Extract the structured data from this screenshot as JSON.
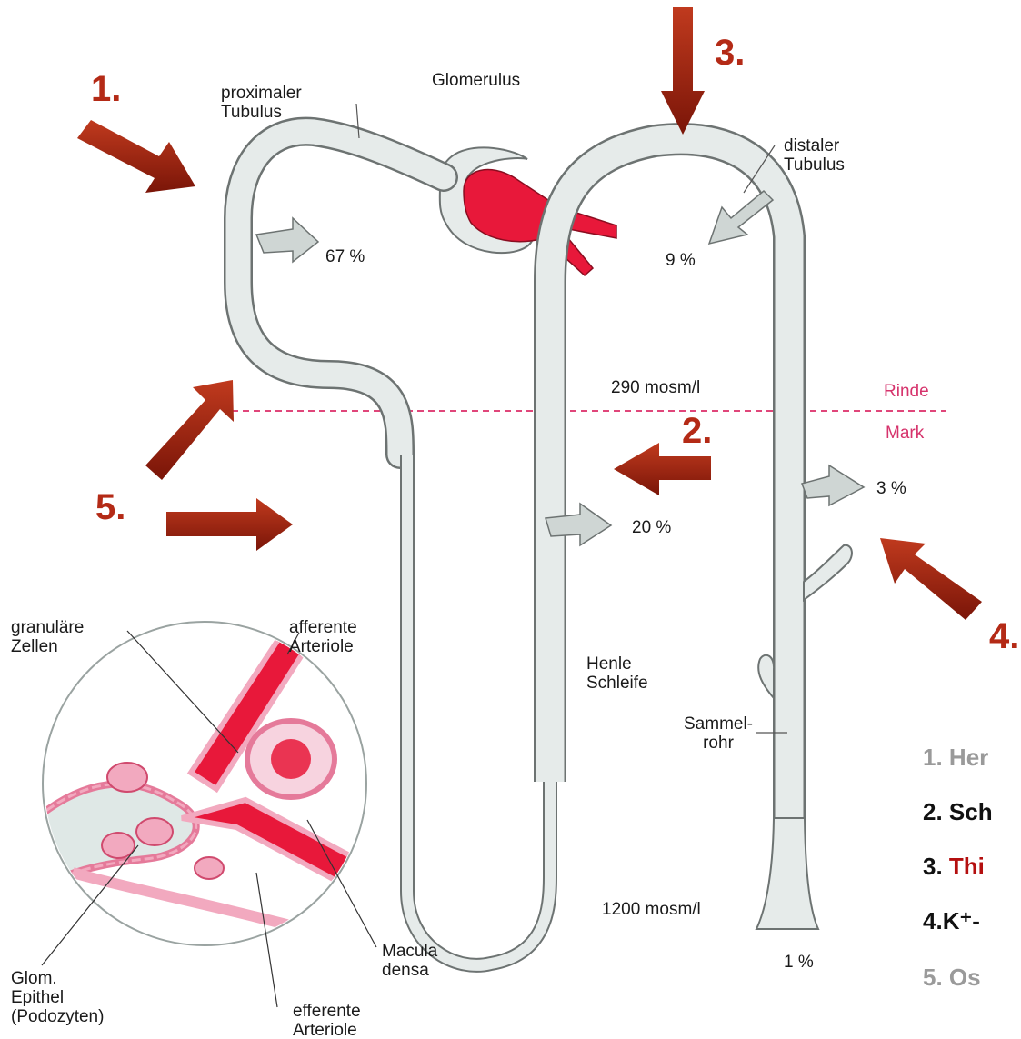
{
  "colors": {
    "tubule_fill": "#e6ebea",
    "tubule_stroke": "#6d7372",
    "vessel": "#e8183a",
    "pink_cells": "#f2a9bf",
    "zone_line": "#e0467a",
    "arrow_dark": "#8e1a0c",
    "arrow_light": "#c03a1e",
    "number_red": "#b42a16",
    "legend_grey": "#9a9a9a",
    "legend_black": "#111111",
    "legend_red": "#b40f0f"
  },
  "labels": {
    "glomerulus": "Glomerulus",
    "proximal": "proximaler\nTubulus",
    "distal": "distaler\nTubulus",
    "henle": "Henle\nSchleife",
    "sammelrohr": "Sammel-\nrohr",
    "granular": "granuläre\nZellen",
    "afferent": "afferente\nArteriole",
    "efferent": "efferente\nArteriole",
    "macula": "Macula\ndensa",
    "glom_epithel": "Glom.\nEpithel\n(Podozyten)"
  },
  "osmolarity": {
    "cortex": "290 mosm/l",
    "medulla": "1200 mosm/l"
  },
  "zones": {
    "rinde": "Rinde",
    "mark": "Mark"
  },
  "reabsorption": {
    "proximal": "67 %",
    "distal": "9 %",
    "henle": "20 %",
    "collecting": "3 %",
    "urine": "1 %"
  },
  "markers": {
    "m1": "1.",
    "m2": "2.",
    "m3": "3.",
    "m4": "4.",
    "m5": "5."
  },
  "legend": [
    {
      "number": "1.",
      "text": "Her"
    },
    {
      "number": "2.",
      "text": "Sch"
    },
    {
      "number": "3.",
      "text": "Thi"
    },
    {
      "number": "4.",
      "text": "K⁺-"
    },
    {
      "number": "5.",
      "text": "Os"
    }
  ]
}
